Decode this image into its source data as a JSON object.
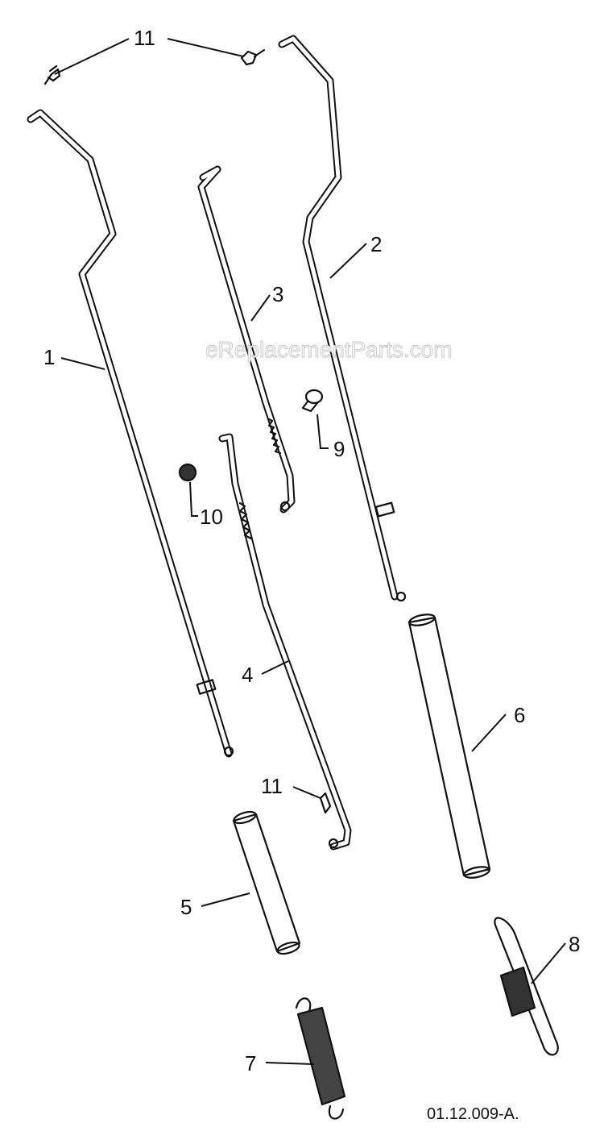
{
  "watermark": "eReplacementParts.com",
  "drawing_code": "01.12.009-A.",
  "callouts": [
    {
      "id": "label-1",
      "text": "1"
    },
    {
      "id": "label-2",
      "text": "2"
    },
    {
      "id": "label-3",
      "text": "3"
    },
    {
      "id": "label-4",
      "text": "4"
    },
    {
      "id": "label-5",
      "text": "5"
    },
    {
      "id": "label-6",
      "text": "6"
    },
    {
      "id": "label-7",
      "text": "7"
    },
    {
      "id": "label-8",
      "text": "8"
    },
    {
      "id": "label-9",
      "text": "9"
    },
    {
      "id": "label-10",
      "text": "10"
    },
    {
      "id": "label-11-top",
      "text": "11"
    },
    {
      "id": "label-11-mid",
      "text": "11"
    }
  ]
}
